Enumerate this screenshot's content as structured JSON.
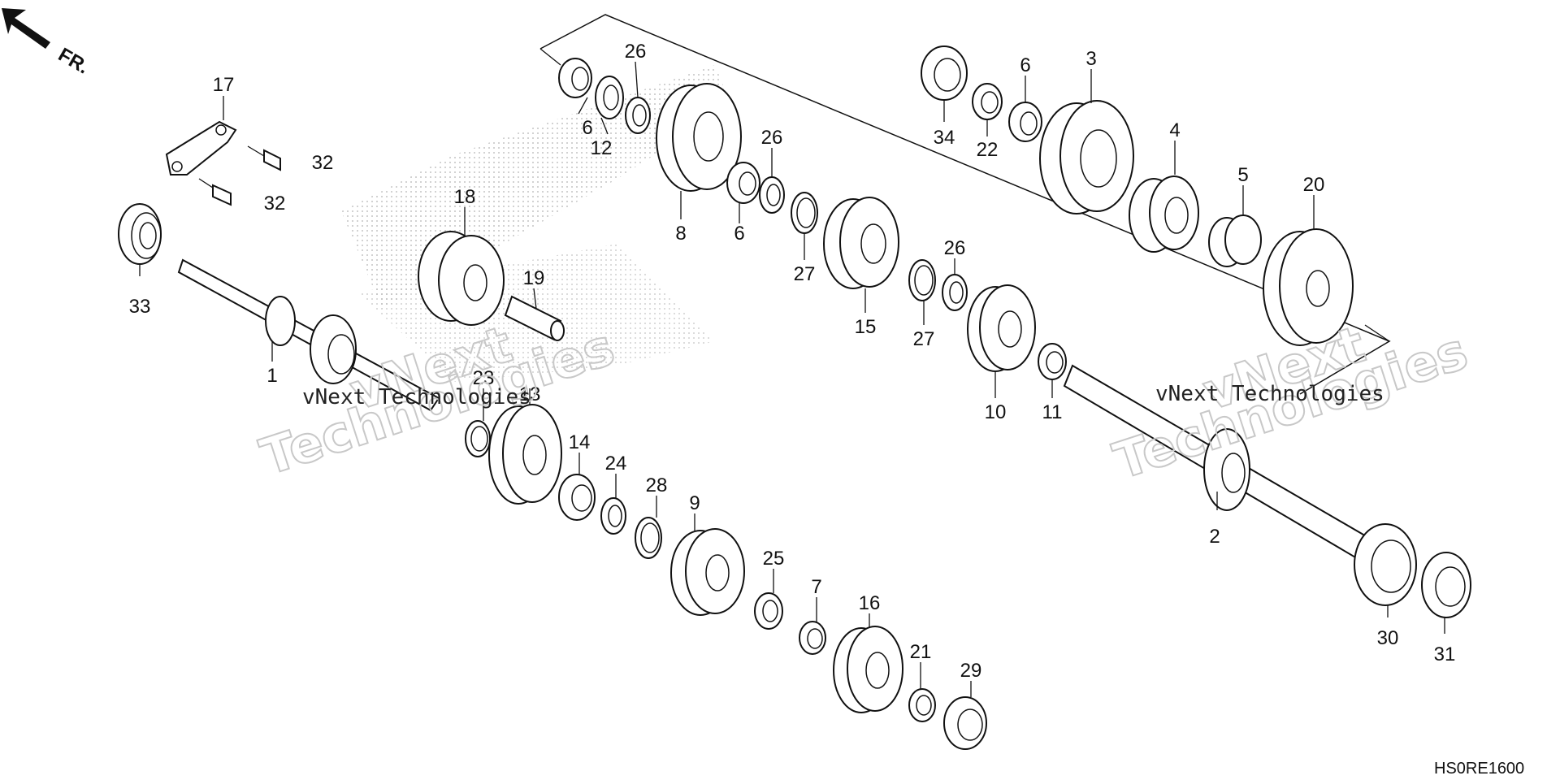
{
  "diagram": {
    "direction_label": "FR.",
    "diagram_code": "HS0RE1600",
    "watermark": {
      "line1": "vNext Technologies",
      "line2": "vNext",
      "line3": "Technologies"
    },
    "callouts": [
      "1",
      "2",
      "3",
      "4",
      "5",
      "6",
      "6",
      "6",
      "7",
      "8",
      "9",
      "10",
      "11",
      "12",
      "13",
      "14",
      "15",
      "16",
      "17",
      "18",
      "19",
      "20",
      "21",
      "22",
      "23",
      "24",
      "25",
      "26",
      "26",
      "26",
      "27",
      "27",
      "28",
      "29",
      "30",
      "31",
      "32",
      "32",
      "33",
      "34"
    ]
  }
}
